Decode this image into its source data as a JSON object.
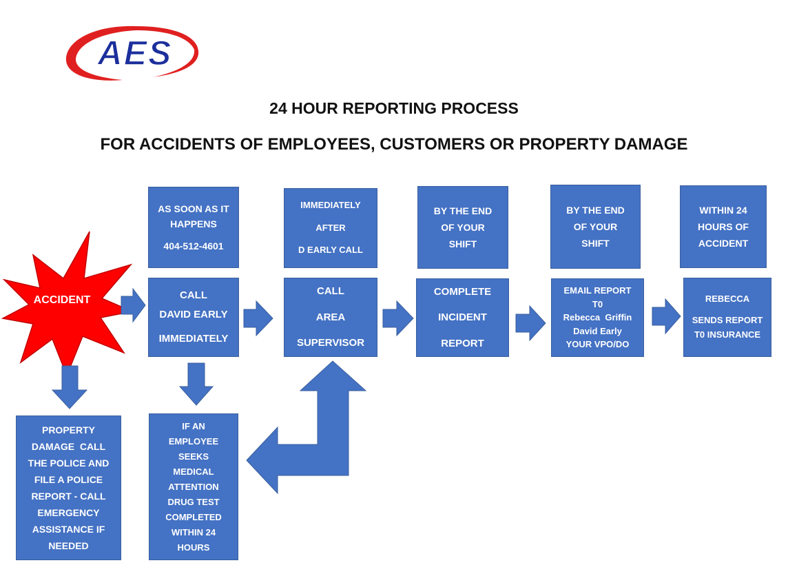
{
  "logo": {
    "text": "AES",
    "colors": {
      "swoosh": "#e02020",
      "text": "#1c2f9c"
    }
  },
  "title": {
    "line1": "24 HOUR REPORTING PROCESS",
    "line2": "FOR ACCIDENTS OF EMPLOYEES, CUSTOMERS OR PROPERTY DAMAGE"
  },
  "colors": {
    "box": "#4472c4",
    "starburst": "#ff0000",
    "box_text": "#ffffff"
  },
  "start": {
    "label": "ACCIDENT"
  },
  "timings": [
    {
      "lines": [
        "AS SOON AS IT",
        "HAPPENS"
      ],
      "phone": "404-512-4601"
    },
    {
      "lines": [
        "IMMEDIATELY",
        "AFTER",
        "D EARLY CALL"
      ]
    },
    {
      "lines": [
        "BY THE END",
        "OF YOUR",
        "SHIFT"
      ]
    },
    {
      "lines": [
        "BY THE END",
        "OF YOUR",
        "SHIFT"
      ]
    },
    {
      "lines": [
        "WITHIN 24",
        "HOURS OF",
        "ACCIDENT"
      ]
    }
  ],
  "steps": [
    {
      "lines": [
        "CALL",
        "DAVID EARLY",
        "IMMEDIATELY"
      ]
    },
    {
      "lines": [
        "CALL",
        "AREA",
        "SUPERVISOR"
      ]
    },
    {
      "lines": [
        "COMPLETE",
        "INCIDENT",
        "REPORT"
      ]
    },
    {
      "lines": [
        "EMAIL REPORT",
        "T0",
        "Rebecca  Griffin",
        "David Early",
        "YOUR VPO/DO"
      ]
    },
    {
      "lines": [
        "REBECCA",
        "SENDS REPORT",
        "T0 INSURANCE"
      ]
    }
  ],
  "branches": {
    "property": {
      "lines": [
        "PROPERTY",
        "DAMAGE  CALL",
        "THE POLICE AND",
        "FILE A POLICE",
        "REPORT - CALL",
        "EMERGENCY",
        "ASSISTANCE IF",
        "NEEDED"
      ]
    },
    "employee": {
      "lines": [
        "IF AN",
        "EMPLOYEE",
        "SEEKS",
        "MEDICAL",
        "ATTENTION",
        "DRUG TEST",
        "COMPLETED",
        "WITHIN 24",
        "HOURS"
      ]
    }
  }
}
